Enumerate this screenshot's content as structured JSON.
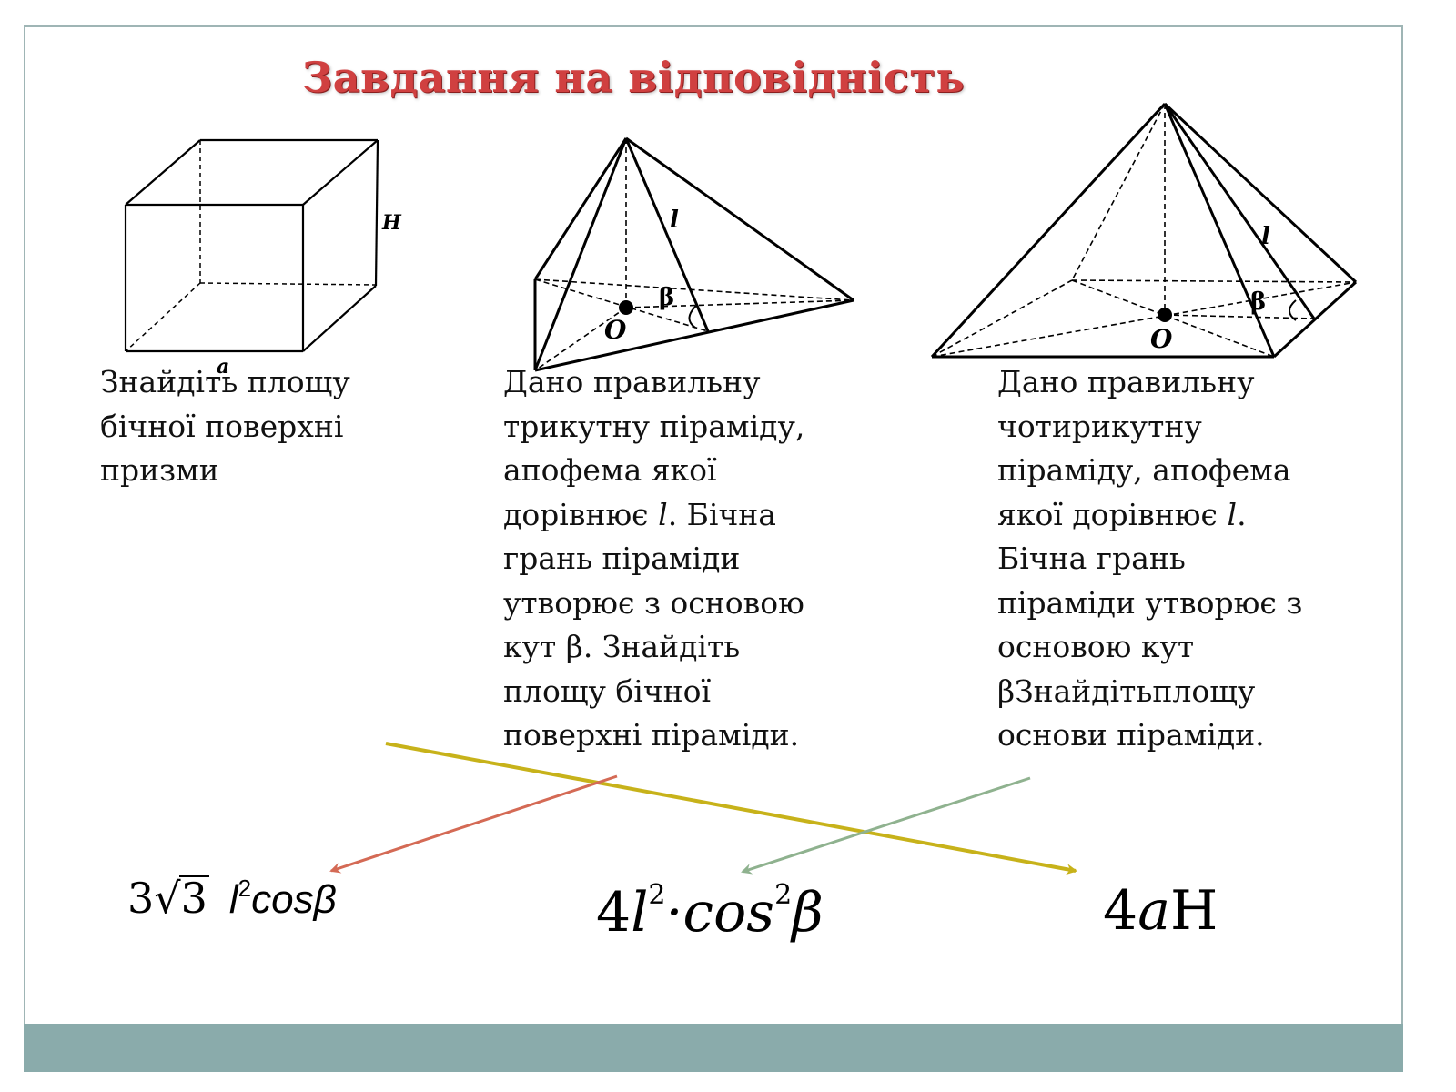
{
  "title": "Завдання на відповідність",
  "figures": {
    "prism": {
      "label_height": "H",
      "label_edge": "a"
    },
    "triangular_pyramid": {
      "label_apothem": "l",
      "label_angle": "β",
      "label_center": "O"
    },
    "quadrilateral_pyramid": {
      "label_apothem": "l",
      "label_angle": "β",
      "label_center": "O"
    }
  },
  "tasks": [
    {
      "lines": [
        "Знайдіть площу",
        "бічної поверхні",
        "призми"
      ]
    },
    {
      "lines": [
        "Дано правильну",
        "трикутну піраміду,",
        "апофема якої",
        "дорівнює ",
        "l",
        ". Бічна",
        "грань піраміди",
        "утворює з основою",
        "кут β. Знайдіть",
        "площу бічної",
        "поверхні піраміди."
      ]
    },
    {
      "lines": [
        "Дано правильну",
        "чотирикутну",
        "піраміду, апофема",
        "якої дорівнює ",
        "l",
        ".",
        "Бічна грань",
        "піраміди утворює з",
        "основою кут",
        "βЗнайдітьплощу",
        "основи піраміди."
      ]
    }
  ],
  "answers": {
    "a1": {
      "coefficient": "3",
      "radicand": "3",
      "expression": "l",
      "power": "2",
      "trig": "cosβ"
    },
    "a2": {
      "coefficient": "4",
      "base": "l",
      "power1": "2",
      "dot": "·cos",
      "power2": "2",
      "angle": "β"
    },
    "a3": {
      "coefficient": "4",
      "var": "a",
      "height": "H"
    }
  },
  "colors": {
    "title": "#d04040",
    "arrow_red": "#d46a55",
    "arrow_yellow": "#c7b21a",
    "arrow_green": "#8fb28f",
    "footer": "#8aabab",
    "frame": "#9fb5b5"
  }
}
